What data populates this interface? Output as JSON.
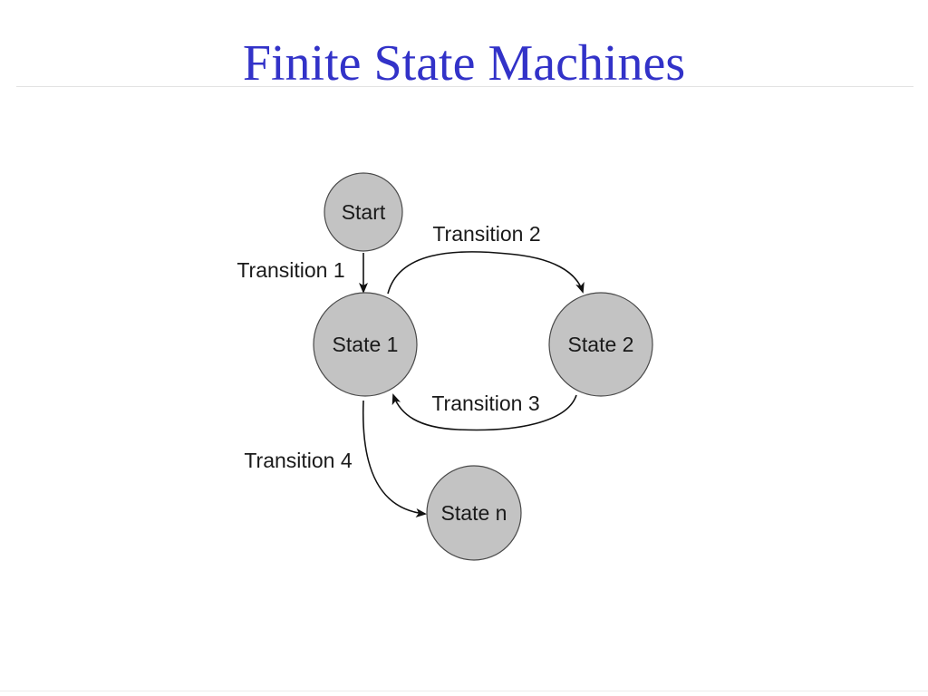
{
  "slide": {
    "title": "Finite State Machines"
  },
  "diagram": {
    "nodes": {
      "start": "Start",
      "state1": "State 1",
      "state2": "State 2",
      "staten": "State n"
    },
    "edges": {
      "t1": "Transition 1",
      "t2": "Transition 2",
      "t3": "Transition 3",
      "t4": "Transition 4"
    },
    "colors": {
      "title": "#3232c8",
      "node_fill": "#c3c3c3",
      "node_stroke": "#4a4a4a",
      "edge": "#111111"
    }
  }
}
